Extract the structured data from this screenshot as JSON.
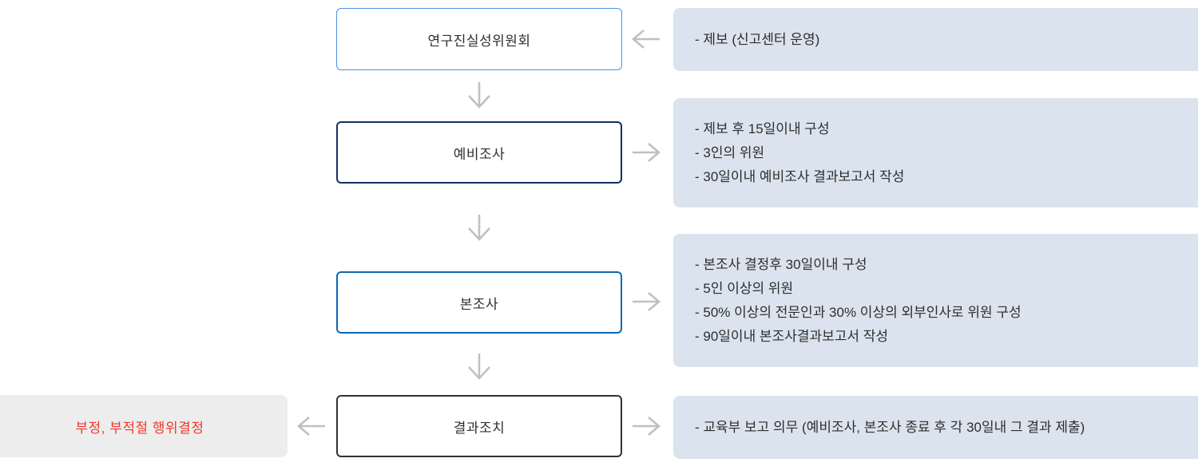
{
  "colors": {
    "info_bg": "#dbe3ee",
    "result_bg": "#ededed",
    "result_text": "#f0372c",
    "arrow": "#c0c0c0",
    "text": "#2e2e2e",
    "box1_border": "#4a90e2",
    "box2_border": "#123161",
    "box3_border": "#0d68b1",
    "box4_border": "#333333"
  },
  "icons": {
    "down_arrow": "arrow-down-icon",
    "left_arrow": "arrow-left-icon",
    "right_arrow": "arrow-right-icon"
  },
  "flow": {
    "steps": [
      {
        "label": "연구진실성위원회",
        "notes": [
          "- 제보 (신고센터 운영)"
        ]
      },
      {
        "label": "예비조사",
        "notes": [
          "- 제보 후 15일이내 구성",
          "- 3인의 위원",
          "- 30일이내 예비조사 결과보고서 작성"
        ]
      },
      {
        "label": "본조사",
        "notes": [
          "- 본조사 결정후 30일이내 구성",
          "- 5인 이상의 위원",
          "- 50% 이상의 전문인과 30% 이상의 외부인사로 위원 구성",
          "- 90일이내 본조사결과보고서 작성"
        ]
      },
      {
        "label": "결과조치",
        "notes": [
          "- 교육부 보고 의무 (예비조사, 본조사 종료 후 각 30일내 그 결과 제출)"
        ]
      }
    ],
    "result": {
      "label": "부정, 부적절 행위결정"
    }
  }
}
